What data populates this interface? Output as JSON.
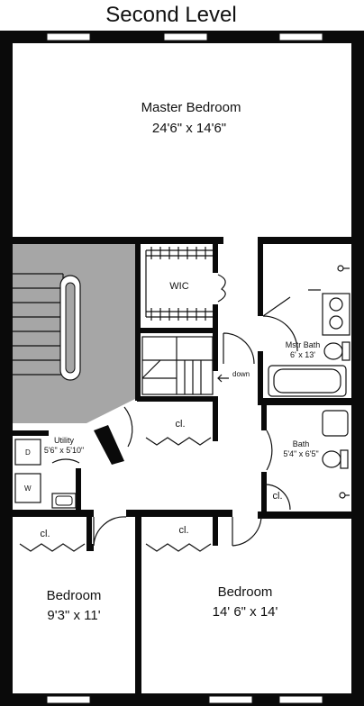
{
  "title": "Second Level",
  "colors": {
    "wall": "#0a0a0a",
    "stair_fill": "#a6a6a6",
    "background": "#ffffff"
  },
  "rooms": {
    "master_bedroom": {
      "name": "Master Bedroom",
      "dims": "24'6\" x 14'6\""
    },
    "wic": {
      "name": "WIC"
    },
    "master_bath": {
      "name": "Mstr Bath",
      "dims": "6' x 13'"
    },
    "bath": {
      "name": "Bath",
      "dims": "5'4\" x 6'5\""
    },
    "utility": {
      "name": "Utility",
      "dims": "5'6\" x 5'10\""
    },
    "bedroom_left": {
      "name": "Bedroom",
      "dims": "9'3\" x 11'"
    },
    "bedroom_right": {
      "name": "Bedroom",
      "dims": "14' 6\" x 14'"
    }
  },
  "closet_label": "cl.",
  "appliances": {
    "dryer": "D",
    "washer": "W"
  },
  "stair_direction": "down"
}
